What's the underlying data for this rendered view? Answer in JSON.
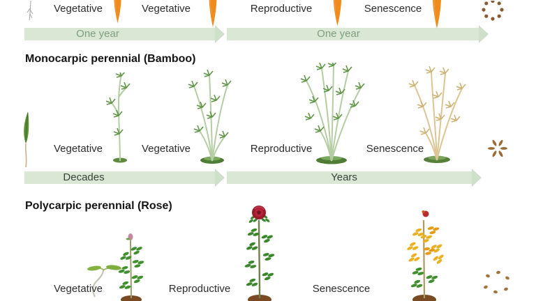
{
  "sections": {
    "biennial": {
      "stages": [
        "Vegetative",
        "Vegetative",
        "Reproductive",
        "Senescence"
      ],
      "timeline": [
        "One year",
        "One year"
      ]
    },
    "bamboo": {
      "heading": "Monocarpic perennial (Bamboo)",
      "stages": [
        "Vegetative",
        "Vegetative",
        "Reproductive",
        "Senescence"
      ],
      "timeline": [
        "Decades",
        "Years"
      ]
    },
    "rose": {
      "heading": "Polycarpic perennial (Rose)",
      "stages": [
        "Vegetative",
        "Reproductive",
        "Senescence"
      ]
    }
  },
  "icons": {
    "biennial": [
      "taproot-sketch-icon",
      "carrot-icon",
      "carrot-icon",
      "carrot-icon",
      "carrot-icon",
      "seed-ring-icon"
    ],
    "bamboo": [
      "sprout-icon",
      "bamboo-small-icon",
      "bamboo-medium-icon",
      "bamboo-large-icon",
      "bamboo-senescent-icon",
      "seed-star-icon"
    ],
    "rose": [
      "seedling-icon",
      "rose-vegetative-icon",
      "rose-flowering-icon",
      "rose-senescent-icon",
      "seed-scatter-icon"
    ]
  },
  "colors": {
    "arrow_band": "#d9e7d4",
    "arrow_head": "#cfe0ca",
    "arrow_text_muted": "#7f9d7f",
    "arrow_text_dark": "#38413a",
    "label_text": "#2d2d2d",
    "heading_text": "#151515",
    "carrot_orange": "#f08c1e",
    "bamboo_leaf_green": "#5f9446",
    "bamboo_stem": "#b5cda2",
    "bamboo_tan": "#cdb271",
    "ground_green": "#4e7c34",
    "rose_leaf_green": "#3f8f2c",
    "rose_red": "#9c1b28",
    "senescence_yellow": "#eab020",
    "soil_brown": "#7a4a22",
    "seed_brown": "#8a5a30"
  }
}
